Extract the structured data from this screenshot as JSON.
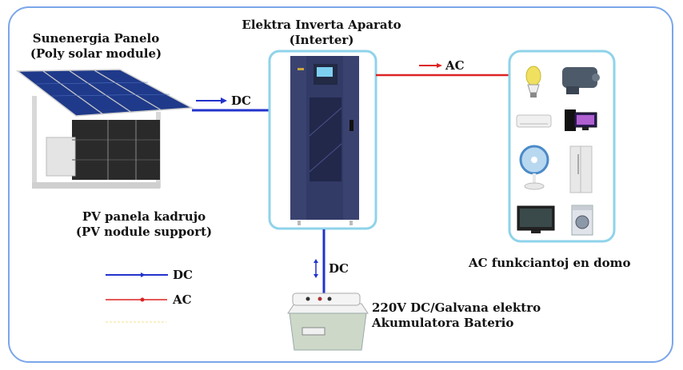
{
  "diagram": {
    "solar_panel": {
      "title": "Sunenergia Panelo",
      "subtitle": "(Poly solar module)"
    },
    "support": {
      "title": "PV panela kadrujo",
      "subtitle": "(PV nodule support)"
    },
    "inverter": {
      "title": "Elektra Inverta Aparato",
      "subtitle": "(Interter)"
    },
    "appliances": {
      "caption": "AC funkciantoj en domo",
      "items": [
        "light-bulb",
        "electric-motor",
        "air-conditioner",
        "desktop-computer",
        "desk-fan",
        "refrigerator",
        "television",
        "washing-machine"
      ]
    },
    "battery": {
      "line1": "220V DC/Galvana elektro",
      "line2": "Akumulatora Baterio"
    },
    "connections": {
      "panel_to_inverter": "DC",
      "inverter_to_appliances": "AC",
      "inverter_to_battery": "DC"
    },
    "legend": [
      {
        "label": "DC",
        "color": "#2233cc"
      },
      {
        "label": "AC",
        "color": "#dd2222"
      }
    ]
  },
  "colors": {
    "frame": "#7aa6ea",
    "box": "#8fd3ea",
    "dc": "#2233cc",
    "ac": "#dd2222",
    "inverter": "#3a4270"
  }
}
